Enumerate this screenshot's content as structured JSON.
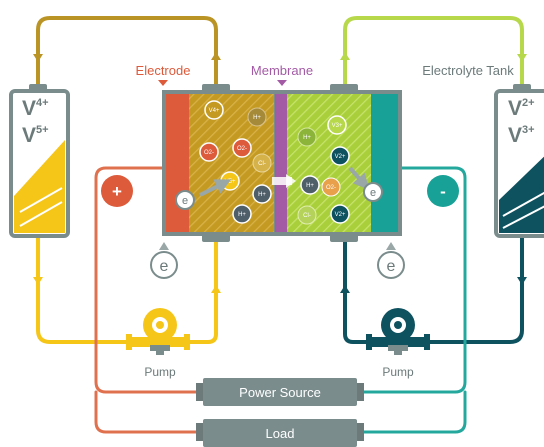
{
  "labels": {
    "electrode": "Electrode",
    "membrane": "Membrane",
    "electrolyte_tank": "Electrolyte Tank",
    "pump_left": "Pump",
    "pump_right": "Pump",
    "power_source": "Power Source",
    "load": "Load"
  },
  "left_tank": {
    "ion_top": "V",
    "ion_top_sup": "4+",
    "ion_bottom": "V",
    "ion_bottom_sup": "5+"
  },
  "right_tank": {
    "ion_top": "V",
    "ion_top_sup": "2+",
    "ion_bottom": "V",
    "ion_bottom_sup": "3+"
  },
  "terminals": {
    "positive": "+",
    "negative": "-"
  },
  "electron": "e",
  "species_left": [
    "V4+",
    "H+",
    "O2-",
    "O2-",
    "Cl-",
    "V5+",
    "H+",
    "H+"
  ],
  "species_right": [
    "H+",
    "V3+",
    "V2+",
    "H+",
    "O2-",
    "Cl-",
    "V2+"
  ],
  "colors": {
    "left_pipe": "#bb9426",
    "left_electrolyte": "#f5c518",
    "right_pipe": "#b7d84a",
    "right_electrolyte": "#0e5260",
    "positive_electrode": "#dd5a3b",
    "negative_electrode": "#18a196",
    "membrane": "#a45ba6",
    "power_wire_left": "#e0714f",
    "power_wire_right": "#24a89e",
    "device": "#7b8c8c"
  }
}
